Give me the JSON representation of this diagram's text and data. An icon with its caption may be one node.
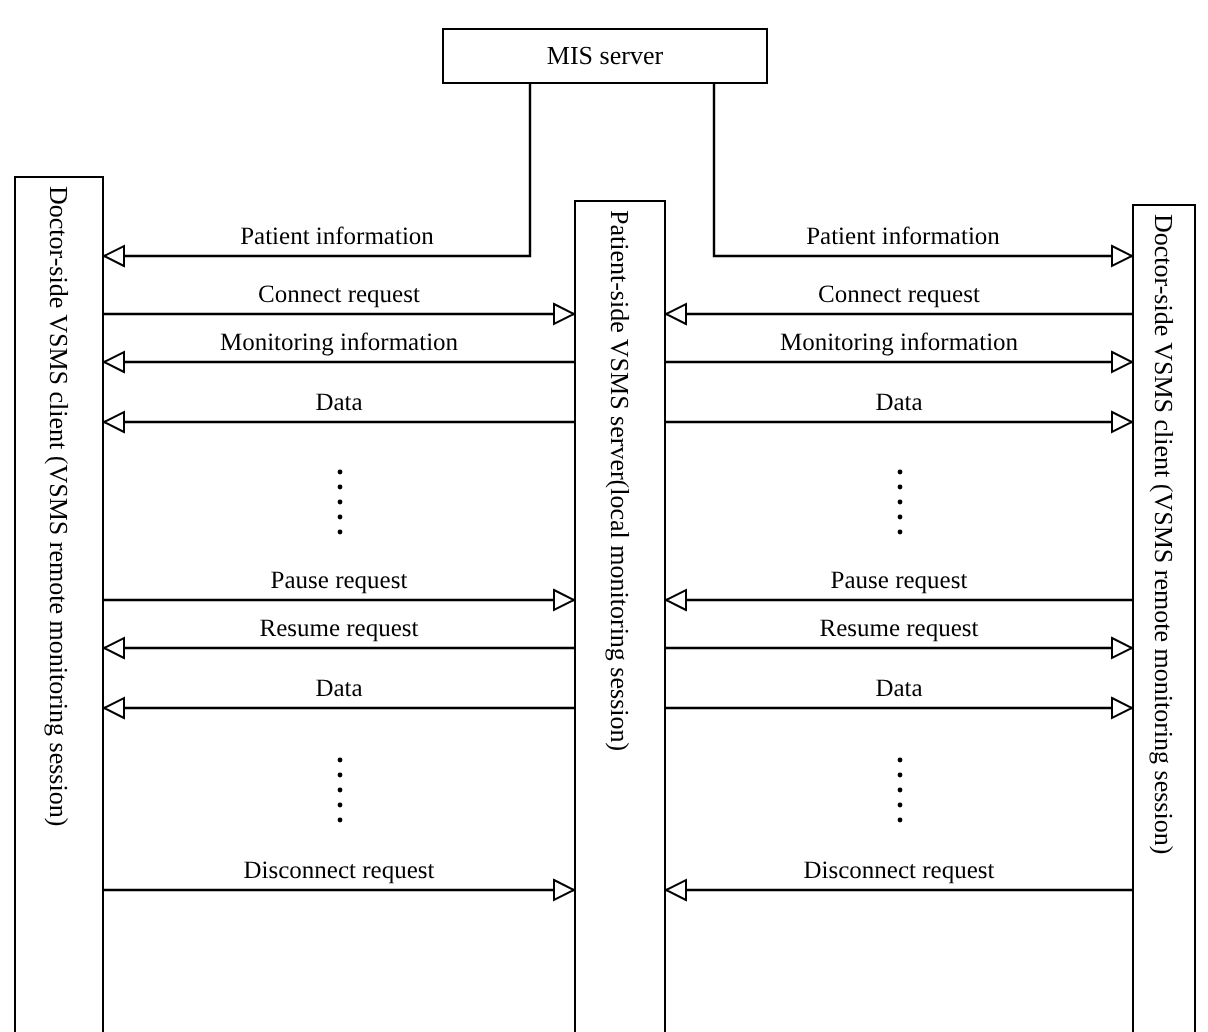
{
  "diagram": {
    "nodes": [
      {
        "text": [
          "MIS server"
        ]
      },
      {
        "text": [
          "Doctor-side VSMS client (VSMS remote monitoring session)"
        ]
      },
      {
        "text": [
          "Patient-side VSMS server(local monitoring session)"
        ]
      },
      {
        "text": [
          "Doctor-side VSMS client (VSMS remote monitoring session)"
        ]
      }
    ],
    "edges": [
      {
        "from": 0,
        "to": 1,
        "arrow": "to",
        "label": "Patient information"
      },
      {
        "from": 1,
        "to": 2,
        "arrow": "to",
        "label": "Connect request"
      },
      {
        "from": 2,
        "to": 1,
        "arrow": "to",
        "label": "Monitoring information"
      },
      {
        "from": 2,
        "to": 1,
        "arrow": "to",
        "label": "Data"
      },
      {
        "from": 1,
        "to": 2,
        "arrow": "to",
        "label": "Pause request"
      },
      {
        "from": 2,
        "to": 1,
        "arrow": "to",
        "label": "Resume request"
      },
      {
        "from": 2,
        "to": 1,
        "arrow": "to",
        "label": "Data"
      },
      {
        "from": 1,
        "to": 2,
        "arrow": "to",
        "label": "Disconnect request"
      },
      {
        "from": 0,
        "to": 3,
        "arrow": "to",
        "label": "Patient information"
      },
      {
        "from": 3,
        "to": 2,
        "arrow": "to",
        "label": "Connect request"
      },
      {
        "from": 2,
        "to": 3,
        "arrow": "to",
        "label": "Monitoring information"
      },
      {
        "from": 2,
        "to": 3,
        "arrow": "to",
        "label": "Data"
      },
      {
        "from": 3,
        "to": 2,
        "arrow": "to",
        "label": "Pause request"
      },
      {
        "from": 2,
        "to": 3,
        "arrow": "to",
        "label": "Resume request"
      },
      {
        "from": 2,
        "to": 3,
        "arrow": "to",
        "label": "Data"
      },
      {
        "from": 3,
        "to": 2,
        "arrow": "to",
        "label": "Disconnect request"
      }
    ]
  }
}
